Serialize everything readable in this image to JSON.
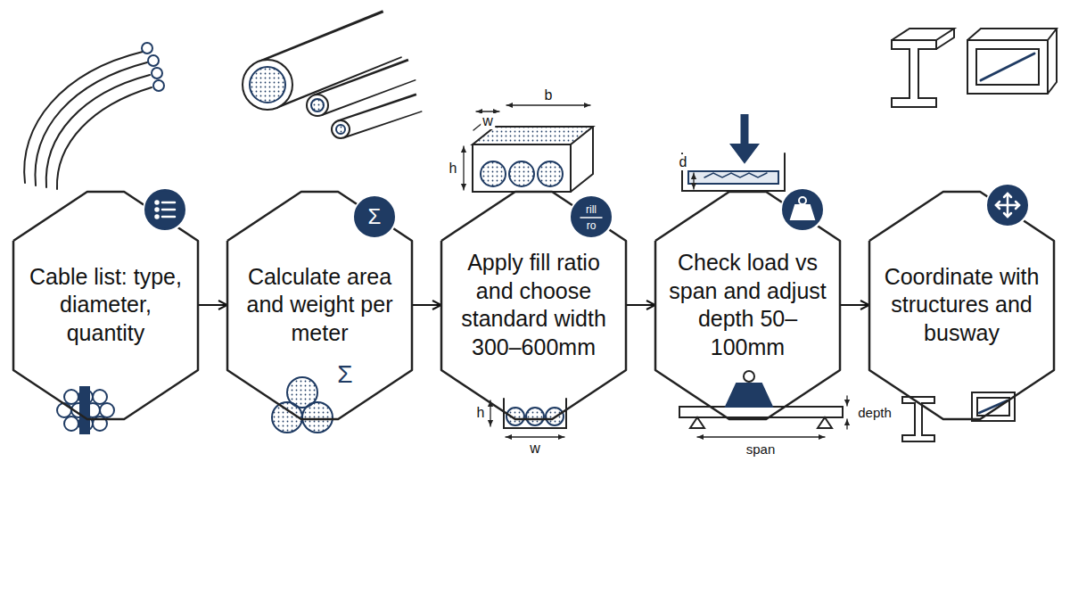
{
  "diagram": {
    "nodes": [
      {
        "text": [
          "Cable list: type, diameter, quantity"
        ]
      },
      {
        "text": [
          "Calculate area and weight per meter"
        ]
      },
      {
        "text": [
          "Apply fill ratio and choose standard width 300–600mm"
        ]
      },
      {
        "text": [
          "Check load vs span and adjust depth 50–100mm"
        ]
      },
      {
        "text": [
          "Coordinate with structures and busway"
        ]
      }
    ],
    "edges": [
      {
        "from": 0,
        "to": 1,
        "arrow": "to"
      },
      {
        "from": 1,
        "to": 2,
        "arrow": "to"
      },
      {
        "from": 2,
        "to": 3,
        "arrow": "to"
      },
      {
        "from": 3,
        "to": 4,
        "arrow": "to"
      }
    ],
    "labels": [
      "w",
      "b",
      "h",
      "rill",
      "ro",
      "Σ",
      "Σ",
      "h",
      "w",
      "d",
      "depth",
      "span"
    ]
  }
}
